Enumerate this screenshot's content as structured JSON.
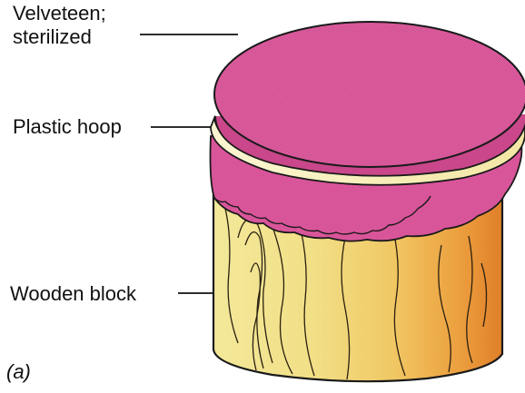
{
  "labels": {
    "velveteen_line1": "Velveteen;",
    "velveteen_line2": "sterilized",
    "plastic_hoop": "Plastic hoop",
    "wooden_block": "Wooden block"
  },
  "panel_tag": "(a)",
  "colors": {
    "velveteen": "#de5fa0",
    "velveteen_dark": "#b8407f",
    "hoop": "#f6efb4",
    "wood_light": "#f2e38c",
    "wood_mid": "#f0c460",
    "wood_dark": "#e2832a",
    "outline": "#1a1a1a"
  }
}
